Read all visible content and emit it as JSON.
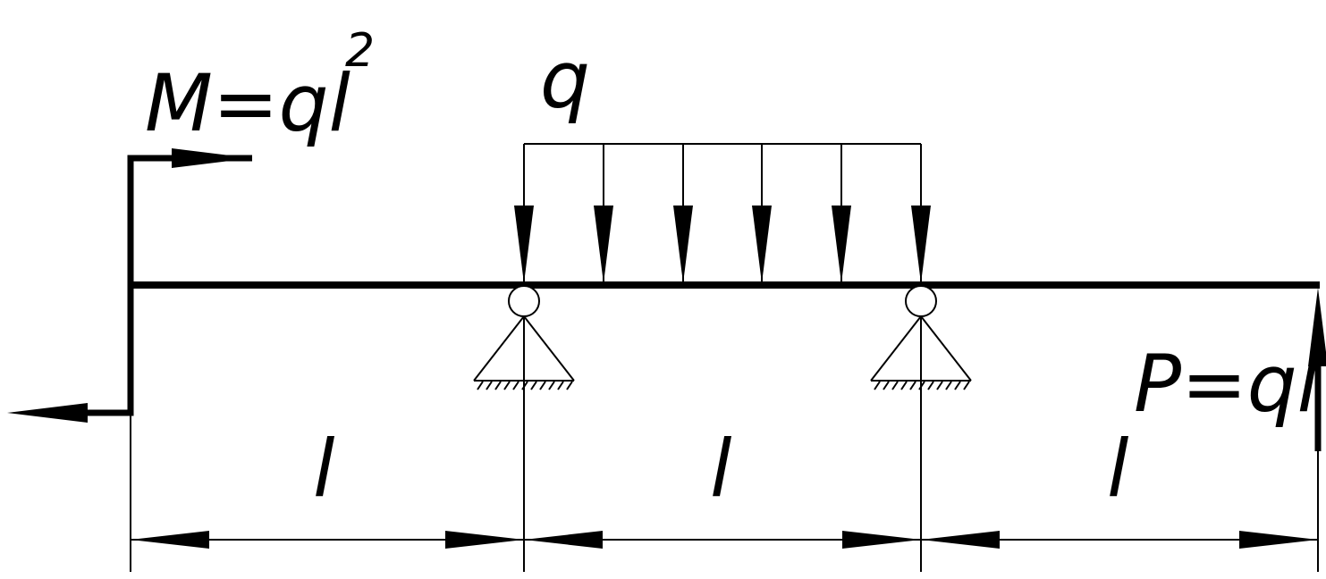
{
  "labels": {
    "moment_main": "M=ql",
    "moment_exp": "2",
    "distributed_load": "q",
    "point_force": "P=ql",
    "span_1": "l",
    "span_2": "l",
    "span_3": "l"
  },
  "colors": {
    "stroke": "#000000",
    "background": "#ffffff"
  }
}
